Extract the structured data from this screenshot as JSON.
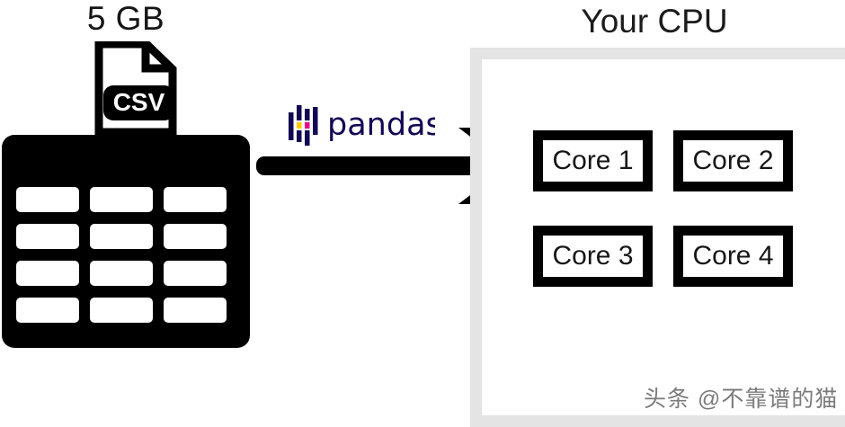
{
  "source": {
    "size_label": "5 GB",
    "file_type_badge": "CSV",
    "file_icon_name": "csv-file-icon",
    "table_icon_name": "dataframe-table-icon",
    "table_rows": 4,
    "table_cols": 3
  },
  "processor": {
    "logo_text": "pandas",
    "logo_name": "pandas-logo",
    "mark_colors": {
      "navy": "#130754",
      "yellow": "#FFCA00",
      "pink": "#E70488"
    }
  },
  "arrow": {
    "name": "flow-arrow-right",
    "direction": "right"
  },
  "cpu": {
    "title": "Your CPU",
    "panel_border_color": "#e4e4e4",
    "panel_fill_color": "#ffffff",
    "cores": [
      {
        "label": "Core 1",
        "active": true
      },
      {
        "label": "Core 2",
        "active": false
      },
      {
        "label": "Core 3",
        "active": false
      },
      {
        "label": "Core 4",
        "active": false
      }
    ]
  },
  "watermark": {
    "text": "头条 @不靠谱的猫"
  }
}
